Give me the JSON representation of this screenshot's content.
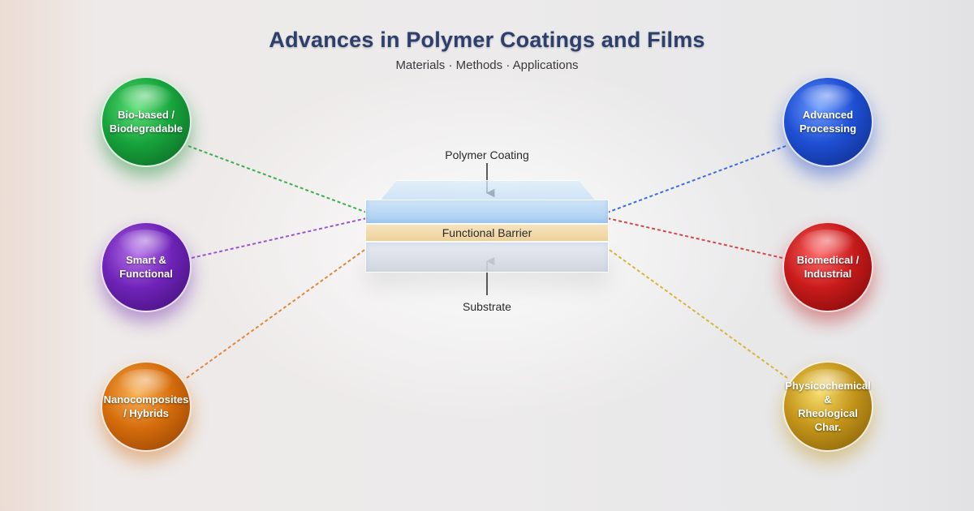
{
  "header": {
    "title": "Advances in Polymer Coatings and Films",
    "subtitle": "Materials · Methods · Applications"
  },
  "left_topics": [
    {
      "label_lines": [
        "Bio-based /",
        "Biodegradable"
      ],
      "color": "#1a9c3a",
      "icon": "green-sphere"
    },
    {
      "label_lines": [
        "Smart &",
        "Functional"
      ],
      "color": "#6b22b3",
      "icon": "purple-sphere"
    },
    {
      "label_lines": [
        "Nanocomposites",
        "/ Hybrids"
      ],
      "color": "#d06a0e",
      "icon": "orange-sphere"
    }
  ],
  "right_topics": [
    {
      "label_lines": [
        "Advanced",
        "Processing"
      ],
      "color": "#1f4fd3",
      "icon": "blue-sphere"
    },
    {
      "label_lines": [
        "Biomedical /",
        "Industrial"
      ],
      "color": "#c41c1c",
      "icon": "red-sphere"
    },
    {
      "label_lines": [
        "Physicochemical &",
        "Rheological Char."
      ],
      "color": "#c4951a",
      "icon": "gold-sphere"
    }
  ],
  "layers": {
    "coating": "Polymer Coating",
    "barrier": "Functional Barrier",
    "substrate": "Substrate"
  },
  "connector_colors": {
    "green": "#3fae4f",
    "purple": "#9a55d0",
    "orange": "#dd8a3a",
    "blue": "#3f6fd6",
    "red": "#d04a4a",
    "gold": "#d6b636"
  }
}
